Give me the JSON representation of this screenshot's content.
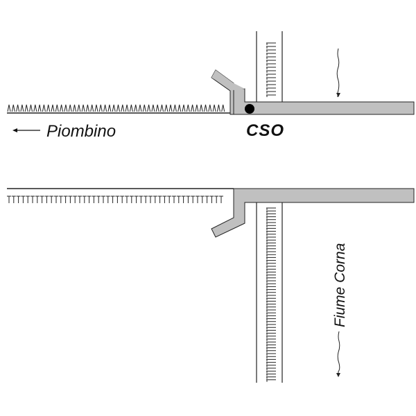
{
  "labels": {
    "piombino": "Piombino",
    "cso": "CSO",
    "river": "Fiume Corna"
  },
  "colors": {
    "jetty": "#c0c0c0",
    "line": "#222222",
    "background": "#ffffff"
  },
  "icons": [
    "arrow-left-icon",
    "cso-outfall-dot-icon",
    "flow-arrow-icon"
  ]
}
